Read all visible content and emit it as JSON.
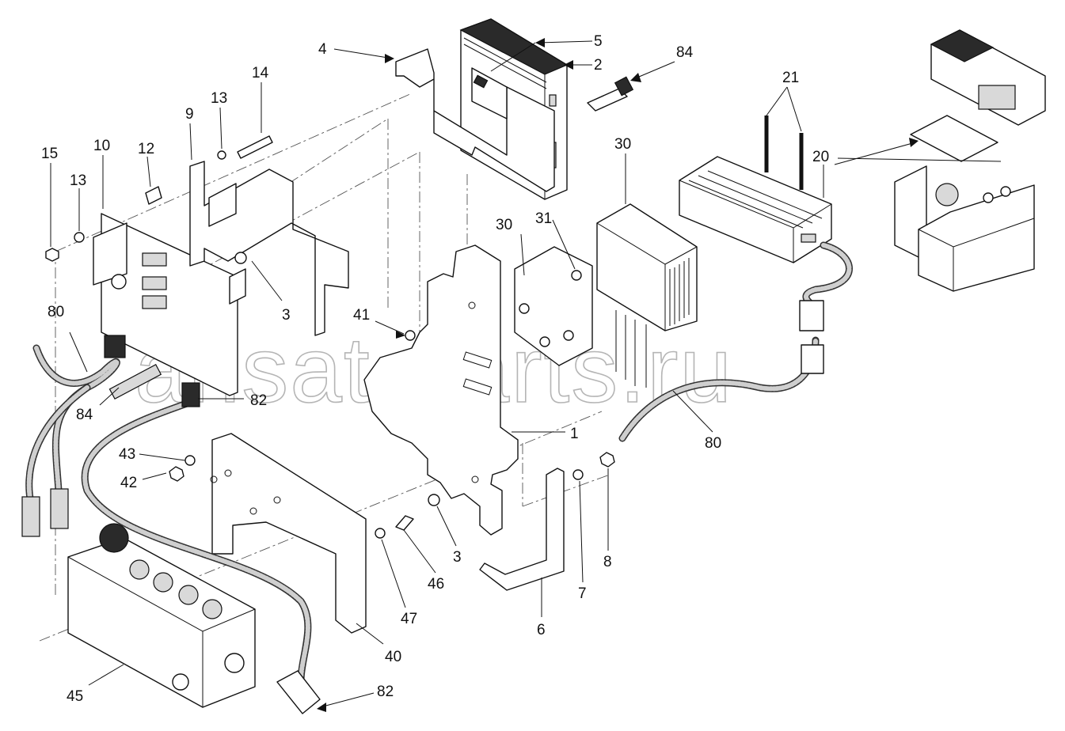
{
  "watermark": "ansat-parts.ru",
  "callouts": [
    {
      "id": "c4",
      "label": "4"
    },
    {
      "id": "c5",
      "label": "5"
    },
    {
      "id": "c2",
      "label": "2"
    },
    {
      "id": "c84a",
      "label": "84"
    },
    {
      "id": "c21",
      "label": "21"
    },
    {
      "id": "c14",
      "label": "14"
    },
    {
      "id": "c13a",
      "label": "13"
    },
    {
      "id": "c9",
      "label": "9"
    },
    {
      "id": "c10",
      "label": "10"
    },
    {
      "id": "c12",
      "label": "12"
    },
    {
      "id": "c15",
      "label": "15"
    },
    {
      "id": "c13b",
      "label": "13"
    },
    {
      "id": "c30a",
      "label": "30"
    },
    {
      "id": "c20",
      "label": "20"
    },
    {
      "id": "c30b",
      "label": "30"
    },
    {
      "id": "c31",
      "label": "31"
    },
    {
      "id": "c3a",
      "label": "3"
    },
    {
      "id": "c41",
      "label": "41"
    },
    {
      "id": "c80a",
      "label": "80"
    },
    {
      "id": "c82a",
      "label": "82"
    },
    {
      "id": "c84b",
      "label": "84"
    },
    {
      "id": "c1",
      "label": "1"
    },
    {
      "id": "c80b",
      "label": "80"
    },
    {
      "id": "c43",
      "label": "43"
    },
    {
      "id": "c42",
      "label": "42"
    },
    {
      "id": "c3b",
      "label": "3"
    },
    {
      "id": "c46",
      "label": "46"
    },
    {
      "id": "c8",
      "label": "8"
    },
    {
      "id": "c7",
      "label": "7"
    },
    {
      "id": "c47",
      "label": "47"
    },
    {
      "id": "c6",
      "label": "6"
    },
    {
      "id": "c40",
      "label": "40"
    },
    {
      "id": "c45",
      "label": "45"
    },
    {
      "id": "c82b",
      "label": "82"
    }
  ]
}
